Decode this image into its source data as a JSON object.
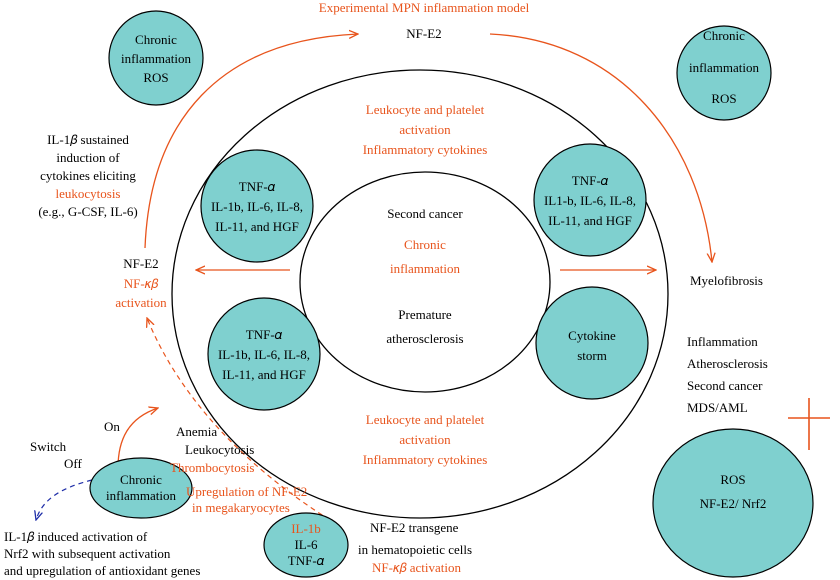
{
  "colors": {
    "teal": "#7FD0CF",
    "accent": "#E8541C",
    "dashed_blue": "#1F2EA8",
    "text": "#000000"
  },
  "header": {
    "model_title": "Experimental MPN inflammation model",
    "top_nfe2": "NF-E2"
  },
  "top_left_circle": {
    "line1": "Chronic",
    "line2": "inflammation",
    "line3": "ROS"
  },
  "top_right_circle": {
    "line1": "Chronic",
    "line2": "inflammation",
    "line3": "ROS"
  },
  "left_note": {
    "line1": "IL-1𝛽 sustained",
    "line2": "induction of",
    "line3": "cytokines eliciting",
    "line4": "leukocytosis",
    "line5": "(e.g., G-CSF,  IL-6)"
  },
  "left_activation": {
    "nfe2": "NF-E2",
    "nfkb": "NF-𝜅𝛽",
    "activation": "activation"
  },
  "ring_top_text": {
    "line1": "Leukocyte and platelet",
    "line2": "activation",
    "line3": "Inflammatory cytokines"
  },
  "ring_bottom_text": {
    "line1": "Leukocyte and platelet",
    "line2": "activation",
    "line3": "Inflammatory cytokines"
  },
  "cytokine_circle_upper_left": {
    "line1": "TNF-𝛼",
    "line2": "IL-1b, IL-6, IL-8,",
    "line3": "IL-11, and HGF"
  },
  "cytokine_circle_upper_right": {
    "line1": "TNF-𝛼",
    "line2": "IL1-b, IL-6, IL-8,",
    "line3": "IL-11, and HGF"
  },
  "cytokine_circle_lower_left": {
    "line1": "TNF-𝛼",
    "line2": "IL-1b, IL-6, IL-8,",
    "line3": "IL-11, and HGF"
  },
  "cytokine_storm": {
    "line1": "Cytokine",
    "line2": "storm"
  },
  "inner_circle": {
    "second_cancer": "Second cancer",
    "chronic": "Chronic",
    "inflammation": "inflammation",
    "premature": "Premature",
    "atherosclerosis": "atherosclerosis"
  },
  "myelofibrosis": "Myelofibrosis",
  "outcomes": {
    "line1": "Inflammation",
    "line2": "Atherosclerosis",
    "line3": "Second cancer",
    "line4": "MDS/AML"
  },
  "ros_circle": {
    "line1": "ROS",
    "line2": "NF-E2/ Nrf2"
  },
  "switch_panel": {
    "switch": "Switch",
    "on": "On",
    "off": "Off",
    "chronic": "Chronic",
    "inflammation": "inflammation"
  },
  "blood_findings": {
    "anemia": "Anemia",
    "leukocytosis": "Leukocytosis",
    "thrombocytosis": "Thrombocytosis",
    "upregulation1": "Upregulation of NF-E2",
    "upregulation2": "in megakaryocytes"
  },
  "bottom_left_note": {
    "line1": "IL-1𝛽 induced activation of",
    "line2": "Nrf2 with subsequent activation",
    "line3": "and upregulation of antioxidant genes"
  },
  "bottom_small_circle": {
    "line1": "IL-1b",
    "line2": "IL-6",
    "line3": "TNF-𝛼"
  },
  "transgene_note": {
    "line1": "NF-E2 transgene",
    "line2": "in hematopoietic cells",
    "line3": "NF-𝜅𝛽 activation"
  }
}
